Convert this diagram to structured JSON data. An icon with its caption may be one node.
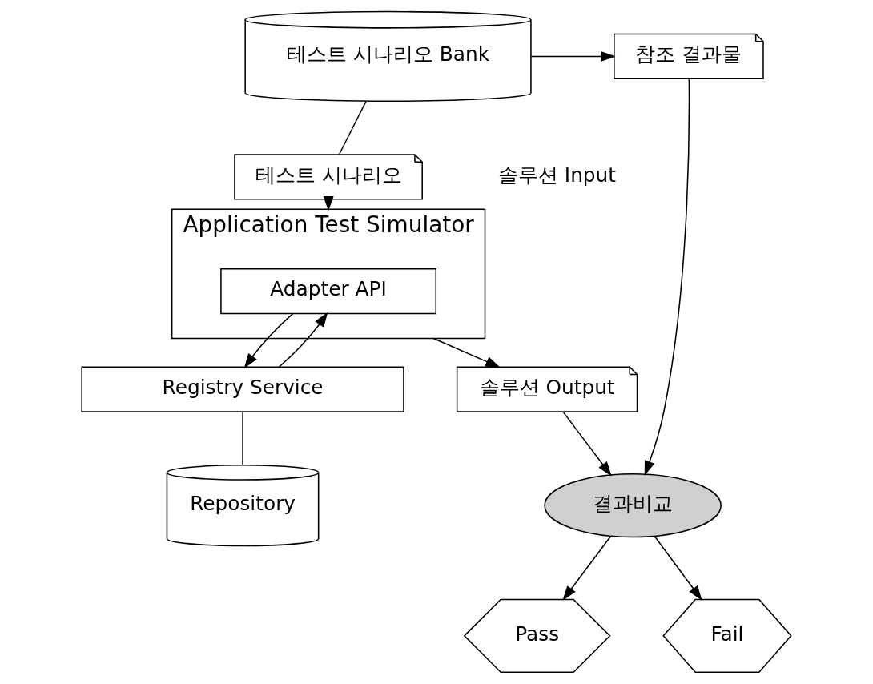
{
  "diagram": {
    "nodes": [
      {
        "text": [
          "테스트 시나리오 Bank"
        ]
      },
      {
        "text": [
          "참조 결과물"
        ]
      },
      {
        "text": [
          "테스트 시나리오"
        ],
        "beside": [
          "솔루션 Input"
        ]
      },
      {
        "text": [
          "Application Test Simulator"
        ]
      },
      {
        "text": [
          "Adapter API"
        ],
        "in": 3
      },
      {
        "text": [
          "결과비교"
        ]
      },
      {
        "text": [
          "Pass"
        ]
      },
      {
        "text": [
          "Fail"
        ]
      },
      {
        "text": [
          "솔루션 Output"
        ]
      },
      {
        "text": [
          "Registry Service"
        ]
      },
      {
        "text": [
          "Repository"
        ]
      }
    ],
    "edges": [
      {
        "from": 0,
        "to": 1,
        "arrow": "to"
      },
      {
        "from": 0,
        "to": 2,
        "arrow": "none"
      },
      {
        "from": 2,
        "to": 3,
        "arrow": "to"
      },
      {
        "from": 3,
        "to": 8,
        "arrow": "to"
      },
      {
        "from": 1,
        "to": 5,
        "arrow": "to"
      },
      {
        "from": 8,
        "to": 5,
        "arrow": "to"
      },
      {
        "from": 5,
        "to": 6,
        "arrow": "to"
      },
      {
        "from": 5,
        "to": 7,
        "arrow": "to"
      },
      {
        "from": 4,
        "to": 9,
        "arrow": "to"
      },
      {
        "from": 9,
        "to": 4,
        "arrow": "to"
      },
      {
        "from": 9,
        "to": 10,
        "arrow": "none"
      }
    ]
  }
}
